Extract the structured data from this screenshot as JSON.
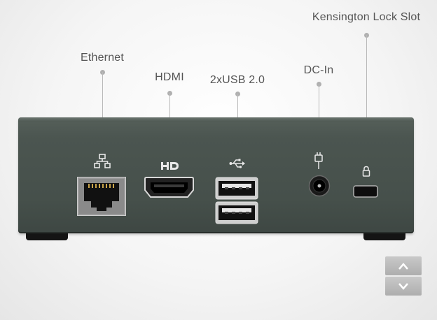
{
  "ports": [
    {
      "id": "ethernet",
      "label": "Ethernet",
      "icon": "network-icon"
    },
    {
      "id": "hdmi",
      "label": "HDMI",
      "icon": "hdmi-icon"
    },
    {
      "id": "usb",
      "label": "2xUSB 2.0",
      "icon": "usb-icon"
    },
    {
      "id": "dc",
      "label": "DC-In",
      "icon": "power-plug-icon"
    },
    {
      "id": "lock",
      "label": "Kensington Lock Slot",
      "icon": "lock-icon"
    }
  ],
  "colors": {
    "device_body": "#4b5550",
    "label_text": "#555555",
    "leader_line": "#b9b9b9",
    "control_button": "#b8b8b8"
  },
  "controls": {
    "up_icon": "chevron-up-icon",
    "down_icon": "chevron-down-icon"
  }
}
